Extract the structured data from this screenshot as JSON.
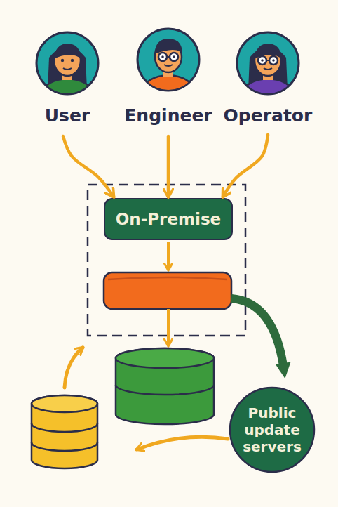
{
  "diagram": {
    "nodes": [
      {
        "text": [
          "User"
        ]
      },
      {
        "text": [
          "Engineer"
        ]
      },
      {
        "text": [
          "Operator"
        ]
      },
      {
        "text": [
          "On-Premise"
        ]
      },
      {
        "text": [
          "Public update servers"
        ]
      }
    ],
    "edges": [
      {
        "from": 0,
        "to": 3,
        "arrow": "to"
      },
      {
        "from": 1,
        "to": 3,
        "arrow": "to"
      },
      {
        "from": 2,
        "to": 3,
        "arrow": "to"
      }
    ]
  }
}
